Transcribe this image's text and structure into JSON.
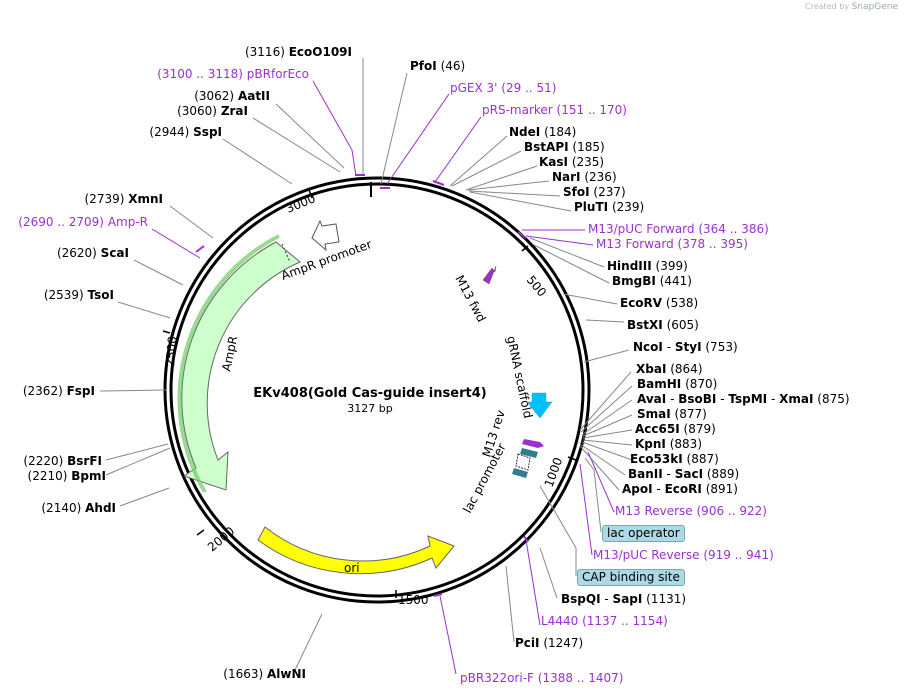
{
  "header": {
    "created_by": "Created by",
    "app": "SnapGene"
  },
  "plasmid": {
    "name": "EKv408(Gold Cas-guide insert4)",
    "size_label": "3127 bp"
  },
  "ticks": [
    "500",
    "1000",
    "1500",
    "2000",
    "2500",
    "3000"
  ],
  "left_sites": [
    {
      "pos": "(3116)",
      "name": "EcoO109I"
    },
    {
      "pos": "(3062)",
      "name": "AatII"
    },
    {
      "pos": "(3060)",
      "name": "ZraI"
    },
    {
      "pos": "(2944)",
      "name": "SspI"
    },
    {
      "pos": "(2739)",
      "name": "XmnI"
    },
    {
      "pos": "(2620)",
      "name": "ScaI"
    },
    {
      "pos": "(2539)",
      "name": "TsoI"
    },
    {
      "pos": "(2362)",
      "name": "FspI"
    },
    {
      "pos": "(2220)",
      "name": "BsrFI"
    },
    {
      "pos": "(2210)",
      "name": "BpmI"
    },
    {
      "pos": "(2140)",
      "name": "AhdI"
    },
    {
      "pos": "(1663)",
      "name": "AlwNI"
    }
  ],
  "left_features": [
    {
      "range": "(3100 .. 3118)",
      "name": "pBRforEco"
    },
    {
      "range": "(2690 .. 2709)",
      "name": "Amp-R"
    }
  ],
  "right_sites": [
    {
      "name": "PfoI",
      "pos": "(46)"
    },
    {
      "name": "NdeI",
      "pos": "(184)"
    },
    {
      "name": "BstAPI",
      "pos": "(185)"
    },
    {
      "name": "KasI",
      "pos": "(235)"
    },
    {
      "name": "NarI",
      "pos": "(236)"
    },
    {
      "name": "SfoI",
      "pos": "(237)"
    },
    {
      "name": "PluTI",
      "pos": "(239)"
    },
    {
      "name": "HindIII",
      "pos": "(399)"
    },
    {
      "name": "BmgBI",
      "pos": "(441)"
    },
    {
      "name": "EcoRV",
      "pos": "(538)"
    },
    {
      "name": "BstXI",
      "pos": "(605)"
    },
    {
      "name": "NcoI",
      "sep": "-",
      "name2": "StyI",
      "pos": "(753)"
    },
    {
      "name": "XbaI",
      "pos": "(864)"
    },
    {
      "name": "BamHI",
      "pos": "(870)"
    },
    {
      "name": "AvaI",
      "sep": "-",
      "name2": "BsoBI",
      "sep2": "-",
      "name3": "TspMI",
      "sep3": "-",
      "name4": "XmaI",
      "pos": "(875)"
    },
    {
      "name": "SmaI",
      "pos": "(877)"
    },
    {
      "name": "Acc65I",
      "pos": "(879)"
    },
    {
      "name": "KpnI",
      "pos": "(883)"
    },
    {
      "name": "Eco53kI",
      "pos": "(887)"
    },
    {
      "name": "BanII",
      "sep": "-",
      "name2": "SacI",
      "pos": "(889)"
    },
    {
      "name": "ApoI",
      "sep": "-",
      "name2": "EcoRI",
      "pos": "(891)"
    },
    {
      "name": "BspQI",
      "sep": "-",
      "name2": "SapI",
      "pos": "(1131)"
    },
    {
      "name": "PciI",
      "pos": "(1247)"
    }
  ],
  "right_features": [
    {
      "name": "pGEX 3'",
      "range": "(29 .. 51)"
    },
    {
      "name": "pRS-marker",
      "range": "(151 .. 170)"
    },
    {
      "name": "M13/pUC Forward",
      "range": "(364 .. 386)"
    },
    {
      "name": "M13 Forward",
      "range": "(378 .. 395)"
    },
    {
      "name": "M13 Reverse",
      "range": "(906 .. 922)"
    },
    {
      "name": "M13/pUC Reverse",
      "range": "(919 .. 941)"
    },
    {
      "name": "L4440",
      "range": "(1137 .. 1154)"
    },
    {
      "name": "pBR322ori-F",
      "range": "(1388 .. 1407)"
    }
  ],
  "boxed_features": [
    {
      "name": "lac operator"
    },
    {
      "name": "CAP binding site"
    }
  ],
  "internal_labels": {
    "ampr_promoter": "AmpR promoter",
    "ampr": "AmpR",
    "ori": "ori",
    "m13_fwd": "M13 fwd",
    "grna": "gRNA scaffold",
    "m13_rev": "M13 rev",
    "lac_promoter": "lac promoter"
  },
  "colors": {
    "restriction_text": "#000000",
    "feature_text": "#9b30d0",
    "ampr_fill": "#ccffcc",
    "ori_fill": "#ffff00",
    "grna_fill": "#00bfff",
    "m13_fill": "#9b30d0",
    "lac_fill": "#2f7f8f",
    "box_fill": "#add8e6"
  }
}
